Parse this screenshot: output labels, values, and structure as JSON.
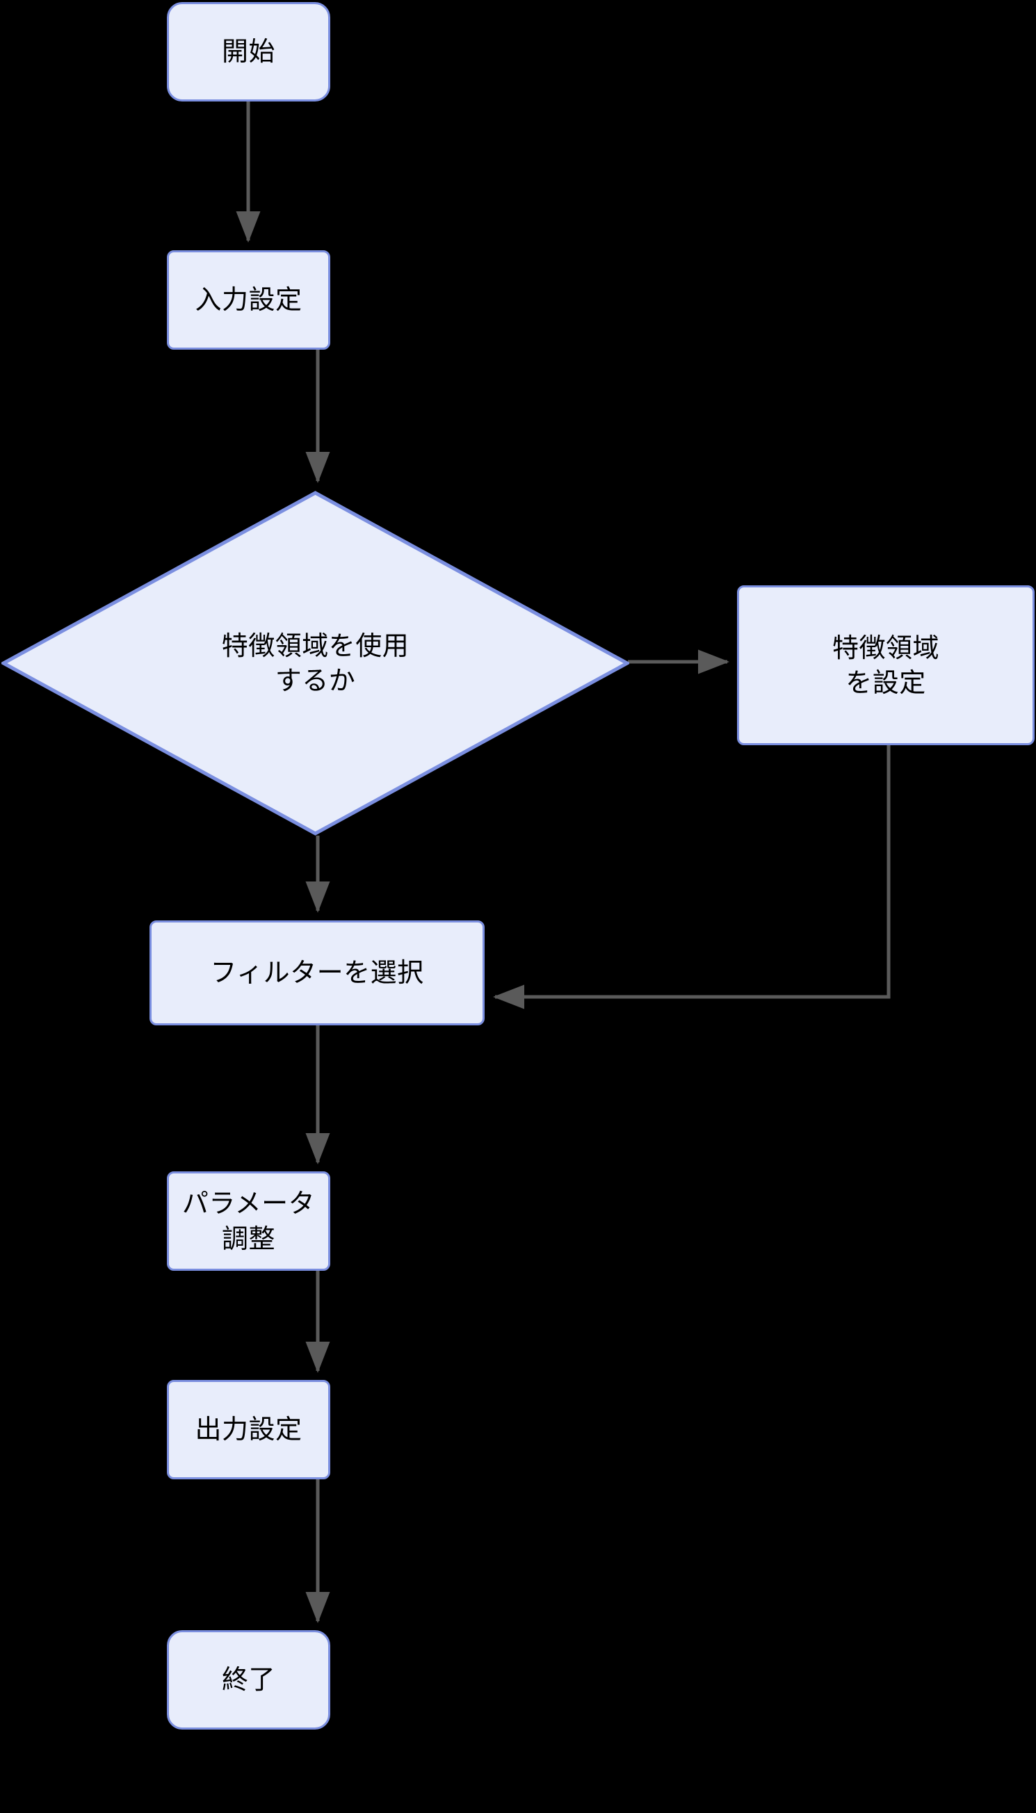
{
  "diagram": {
    "type": "flowchart",
    "orientation": "top-to-bottom",
    "background_color": "#000000",
    "node_fill_color": "#e8edfb",
    "node_border_color": "#7b8fe0",
    "edge_color": "#5a5a5a",
    "text_color": "#000000",
    "nodes": [
      {
        "id": "start",
        "label": "開始",
        "shape": "stadium"
      },
      {
        "id": "input",
        "label": "入力設定",
        "shape": "rect"
      },
      {
        "id": "decide",
        "label": "特徴領域を使用\nするか",
        "shape": "diamond"
      },
      {
        "id": "roi",
        "label": "特徴領域\nを設定",
        "shape": "rect"
      },
      {
        "id": "filter",
        "label": "フィルターを選択",
        "shape": "rect"
      },
      {
        "id": "param",
        "label": "パラメータ調整",
        "shape": "rect"
      },
      {
        "id": "output",
        "label": "出力設定",
        "shape": "rect"
      },
      {
        "id": "end",
        "label": "終了",
        "shape": "stadium"
      }
    ],
    "edges": [
      {
        "from": "start",
        "to": "input",
        "label": "",
        "style": "straight-down"
      },
      {
        "from": "input",
        "to": "decide",
        "label": "",
        "style": "straight-down"
      },
      {
        "from": "decide",
        "to": "roi",
        "label": "",
        "style": "straight-right"
      },
      {
        "from": "decide",
        "to": "filter",
        "label": "",
        "style": "straight-down"
      },
      {
        "from": "roi",
        "to": "filter",
        "label": "",
        "style": "elbow-down-left"
      },
      {
        "from": "filter",
        "to": "param",
        "label": "",
        "style": "straight-down"
      },
      {
        "from": "param",
        "to": "output",
        "label": "",
        "style": "straight-down"
      },
      {
        "from": "output",
        "to": "end",
        "label": "",
        "style": "straight-down"
      }
    ]
  }
}
